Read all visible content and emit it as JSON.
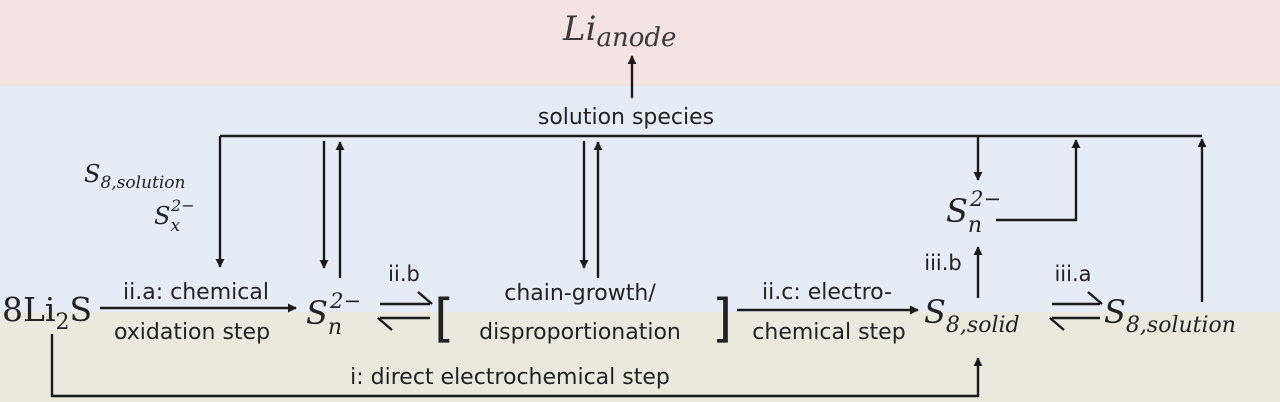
{
  "colors": {
    "top_band": "#f3e3e3",
    "middle_band": "#e5ecf5",
    "bottom_band": "#ebe9de",
    "line": "#1a1a1a",
    "text": "#222222"
  },
  "species": {
    "li_anode": {
      "base": "Li",
      "sub": "anode"
    },
    "li2s": {
      "coef": "8",
      "base": "Li",
      "sub": "2",
      "tail": "S"
    },
    "sn_left": {
      "base": "S",
      "sub": "n",
      "sup": "2−"
    },
    "s8_solid": {
      "base": "S",
      "sub": "8,solid"
    },
    "s8_solution_right": {
      "base": "S",
      "sub": "8,solution"
    },
    "sn_right": {
      "base": "S",
      "sub": "n",
      "sup": "2−"
    },
    "s8_solution_left": {
      "base": "S",
      "sub": "8,solution"
    },
    "sx_left": {
      "base": "S",
      "sub": "x",
      "sup": "2−"
    }
  },
  "labels": {
    "solution_species": "solution species",
    "step_ii_a_line1": "ii.a: chemical",
    "step_ii_a_line2": "oxidation step",
    "step_ii_b": "ii.b",
    "bracket_line1": "chain-growth/",
    "bracket_line2": "disproportionation",
    "bracket_open": "[",
    "bracket_close": "]",
    "step_ii_c_line1": "ii.c: electro-",
    "step_ii_c_line2": "chemical step",
    "step_iii_b": "iii.b",
    "step_iii_a": "iii.a",
    "step_i": "i: direct electrochemical step"
  }
}
